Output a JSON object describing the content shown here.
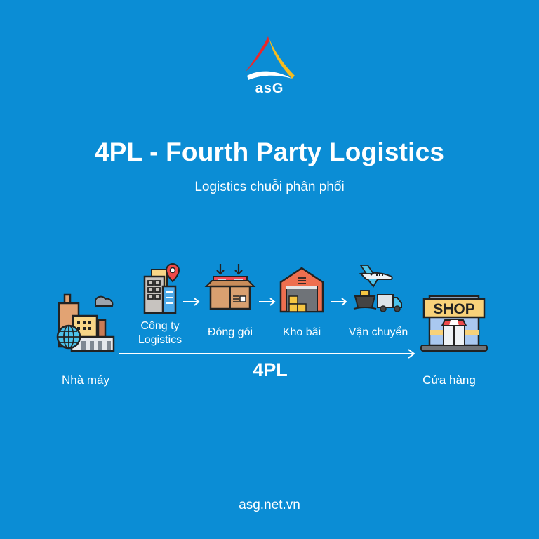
{
  "brand": {
    "logo_text": "asG",
    "colors": {
      "background": "#0b8dd5",
      "logo_red": "#e8282c",
      "logo_yellow": "#f7bc1d"
    }
  },
  "header": {
    "title": "4PL - Fourth Party Logistics",
    "subtitle": "Logistics chuỗi phân phối"
  },
  "diagram": {
    "start": {
      "label": "Nhà máy",
      "icon": "factory-icon"
    },
    "end": {
      "label": "Cửa hàng",
      "icon": "shop-icon",
      "sign": "SHOP"
    },
    "steps": [
      {
        "label_line1": "Công ty",
        "label_line2": "Logistics",
        "icon": "office-building-location-icon"
      },
      {
        "label_line1": "Đóng gói",
        "icon": "packaging-box-icon"
      },
      {
        "label_line1": "Kho bãi",
        "icon": "warehouse-icon"
      },
      {
        "label_line1": "Vận chuyển",
        "icon": "transport-plane-ship-truck-icon"
      }
    ],
    "span_label": "4PL"
  },
  "footer": {
    "website": "asg.net.vn"
  }
}
